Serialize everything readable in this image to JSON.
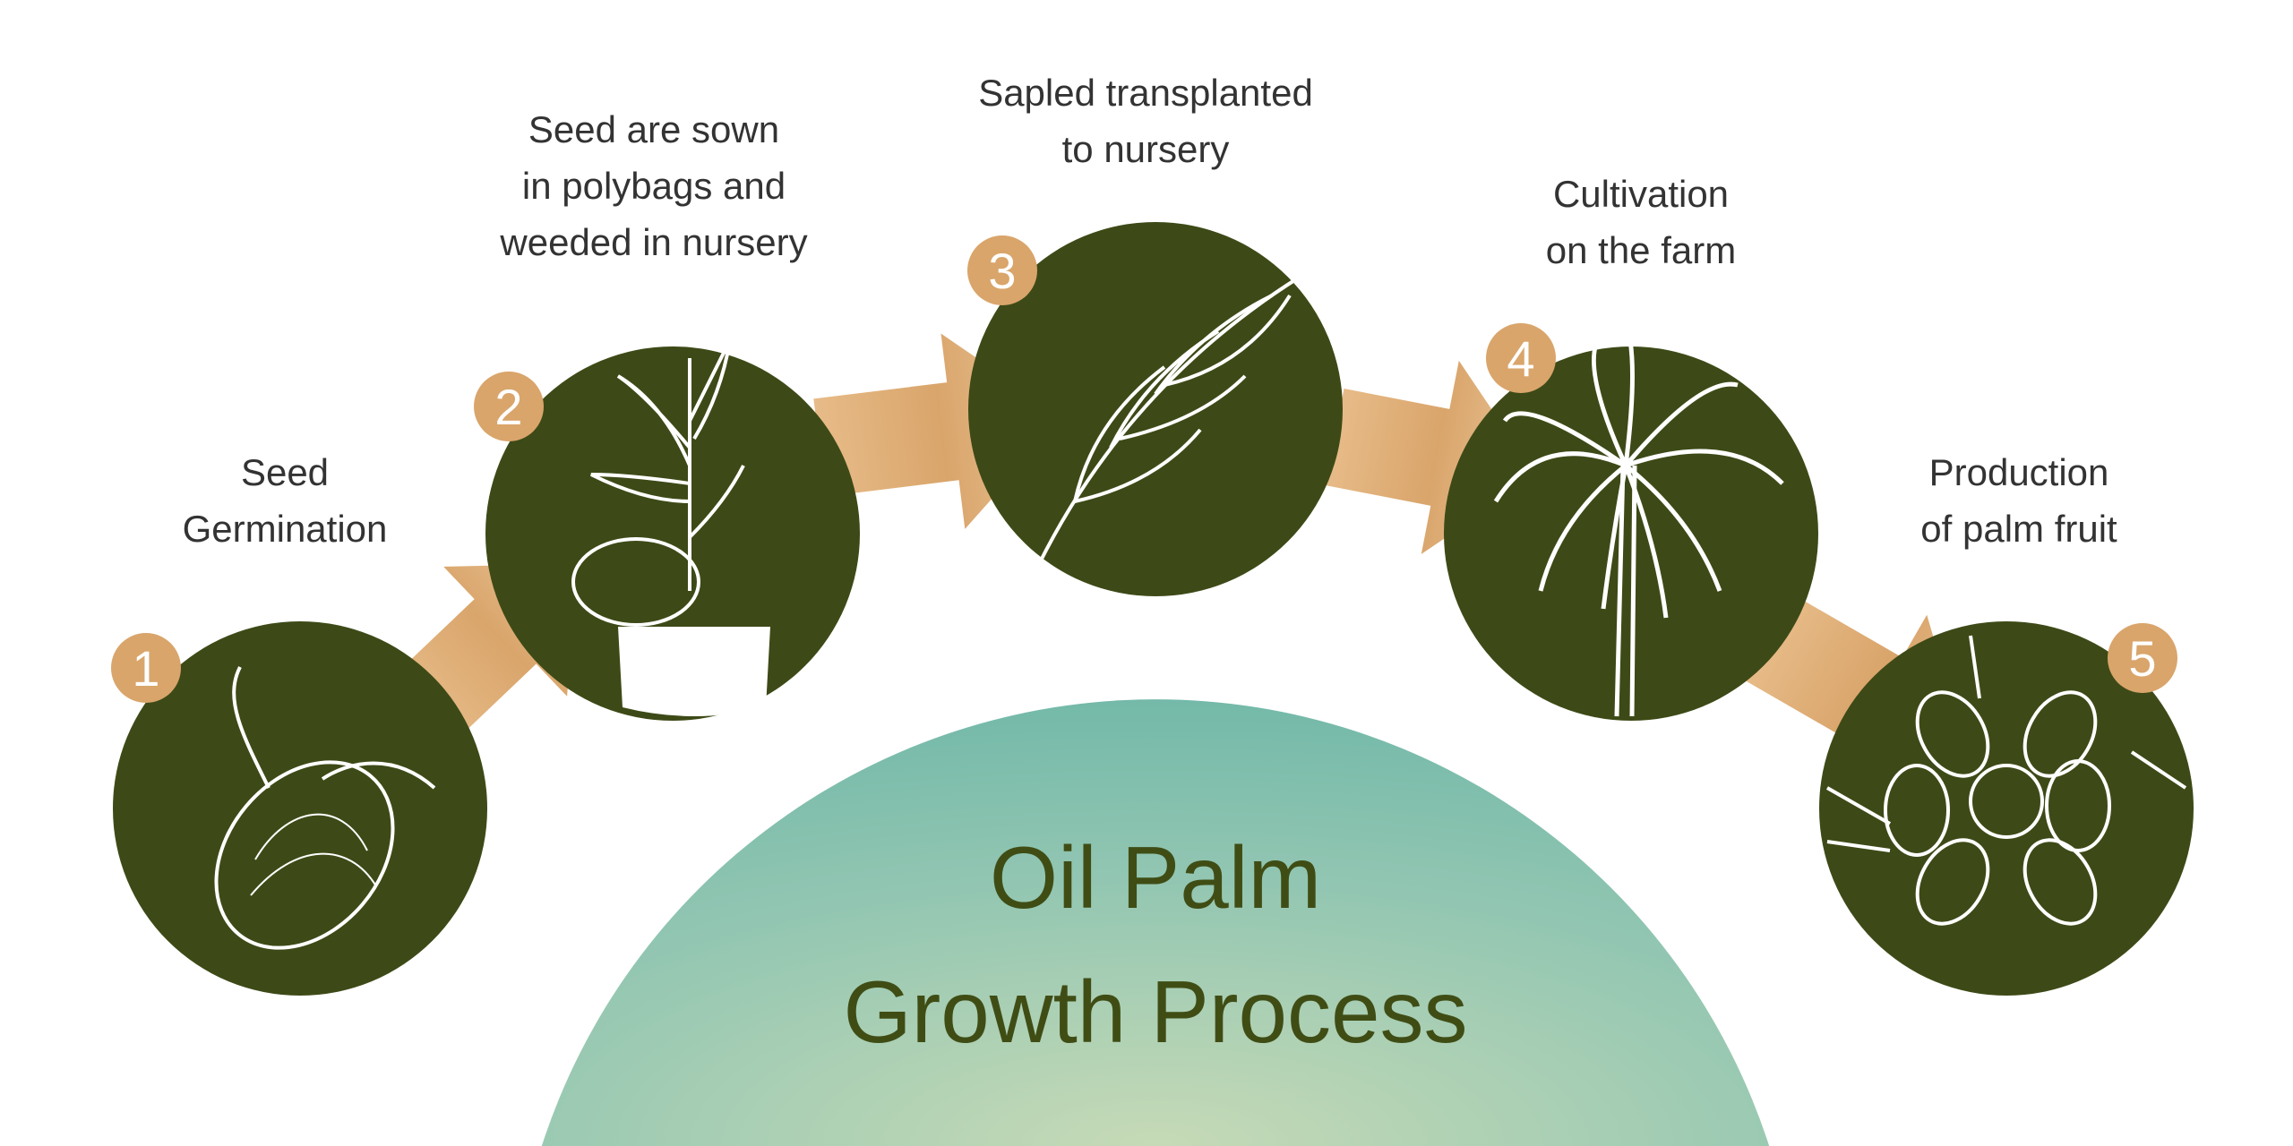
{
  "title": {
    "line1": "Oil Palm",
    "line2": "Growth Process"
  },
  "colors": {
    "circle": "#3d4a17",
    "accent": "#d9a56b",
    "dome_outer": "#7ebfae",
    "dome_inner": "#c3d8b4",
    "title": "#3f4d15"
  },
  "steps": [
    {
      "number": "1",
      "line1": "Seed",
      "line2": "Germination",
      "icon": "germinating-seed-icon"
    },
    {
      "number": "2",
      "line1": "Seed are sown",
      "line2": "in polybags and",
      "line3": "weeded in nursery",
      "icon": "seedling-in-pot-icon"
    },
    {
      "number": "3",
      "line1": "Sapled transplanted",
      "line2": "to nursery",
      "icon": "palm-frond-icon"
    },
    {
      "number": "4",
      "line1": "Cultivation",
      "line2": "on the farm",
      "icon": "palm-tree-icon"
    },
    {
      "number": "5",
      "line1": "Production",
      "line2": "of palm fruit",
      "icon": "palm-fruit-bunch-icon"
    }
  ]
}
